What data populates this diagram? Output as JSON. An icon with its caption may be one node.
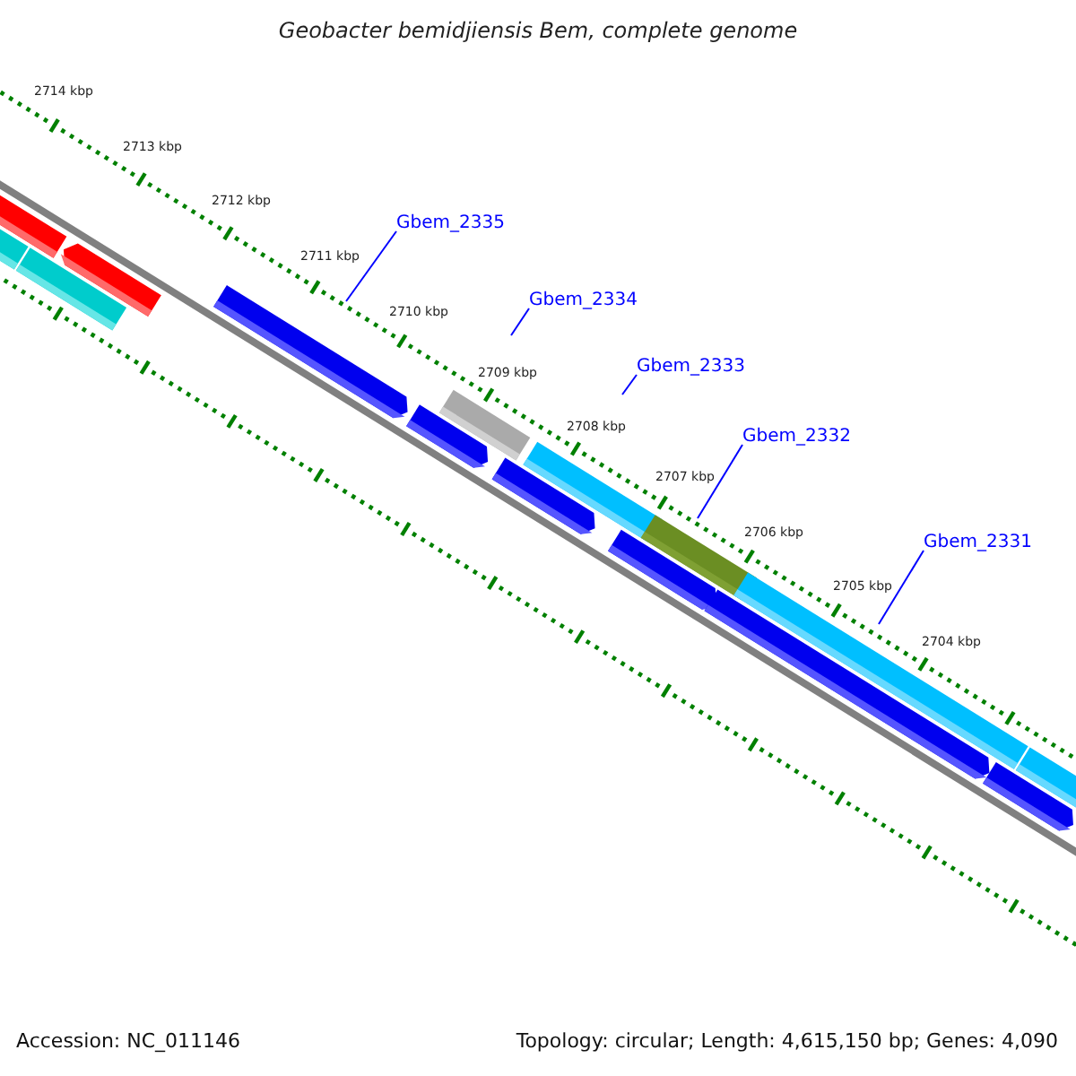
{
  "diagram": {
    "title": "Geobacter bemidjiensis Bem, complete genome",
    "nodes": [
      {
        "text": [
          "Gbem_2335"
        ]
      },
      {
        "text": [
          "Gbem_2334"
        ]
      },
      {
        "text": [
          "Gbem_2333"
        ]
      },
      {
        "text": [
          "Gbem_2332"
        ]
      },
      {
        "text": [
          "Gbem_2331"
        ]
      }
    ],
    "edges": [
      {
        "from": 0,
        "to": null,
        "arrow": "none"
      },
      {
        "from": 1,
        "to": null,
        "arrow": "none"
      },
      {
        "from": 2,
        "to": null,
        "arrow": "none"
      },
      {
        "from": 3,
        "to": null,
        "arrow": "none"
      },
      {
        "from": 4,
        "to": null,
        "arrow": "none"
      }
    ],
    "labels": [
      "2714 kbp",
      "2713 kbp",
      "2712 kbp",
      "2711 kbp",
      "2710 kbp",
      "2709 kbp",
      "2708 kbp",
      "2707 kbp",
      "2706 kbp",
      "2705 kbp",
      "2704 kbp",
      "Accession: NC_011146",
      "Topology: circular; Length: 4,615,150 bp; Genes: 4,090"
    ]
  }
}
